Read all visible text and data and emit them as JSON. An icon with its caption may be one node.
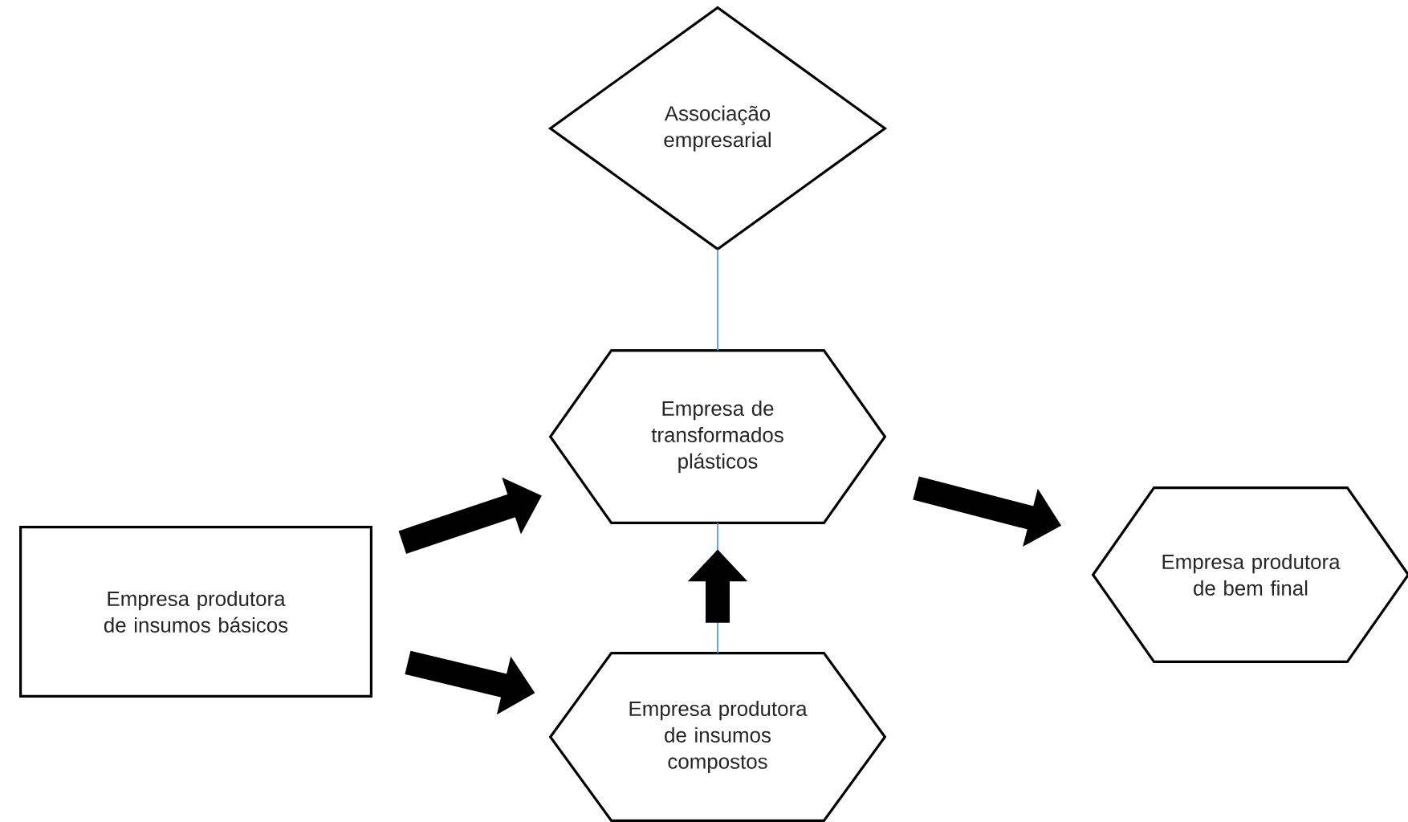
{
  "diagram": {
    "nodes": [
      {
        "text": [
          "Associação empresarial"
        ]
      },
      {
        "text": [
          "Empresa de transformados plásticos"
        ]
      },
      {
        "text": [
          "Empresa produtora de insumos básicos"
        ]
      },
      {
        "text": [
          "Empresa produtora de bem final"
        ]
      },
      {
        "text": [
          "Empresa produtora de insumos compostos"
        ]
      }
    ],
    "edges": [
      {
        "from": 0,
        "to": 1,
        "arrow": "none",
        "color": "#5b9bd5"
      },
      {
        "from": 1,
        "to": 4,
        "arrow": "none",
        "color": "#5b9bd5"
      },
      {
        "from": 2,
        "to": 1,
        "arrow": "to"
      },
      {
        "from": 2,
        "to": 4,
        "arrow": "to"
      },
      {
        "from": 4,
        "to": 1,
        "arrow": "to"
      },
      {
        "from": 1,
        "to": 3,
        "arrow": "to"
      }
    ]
  }
}
